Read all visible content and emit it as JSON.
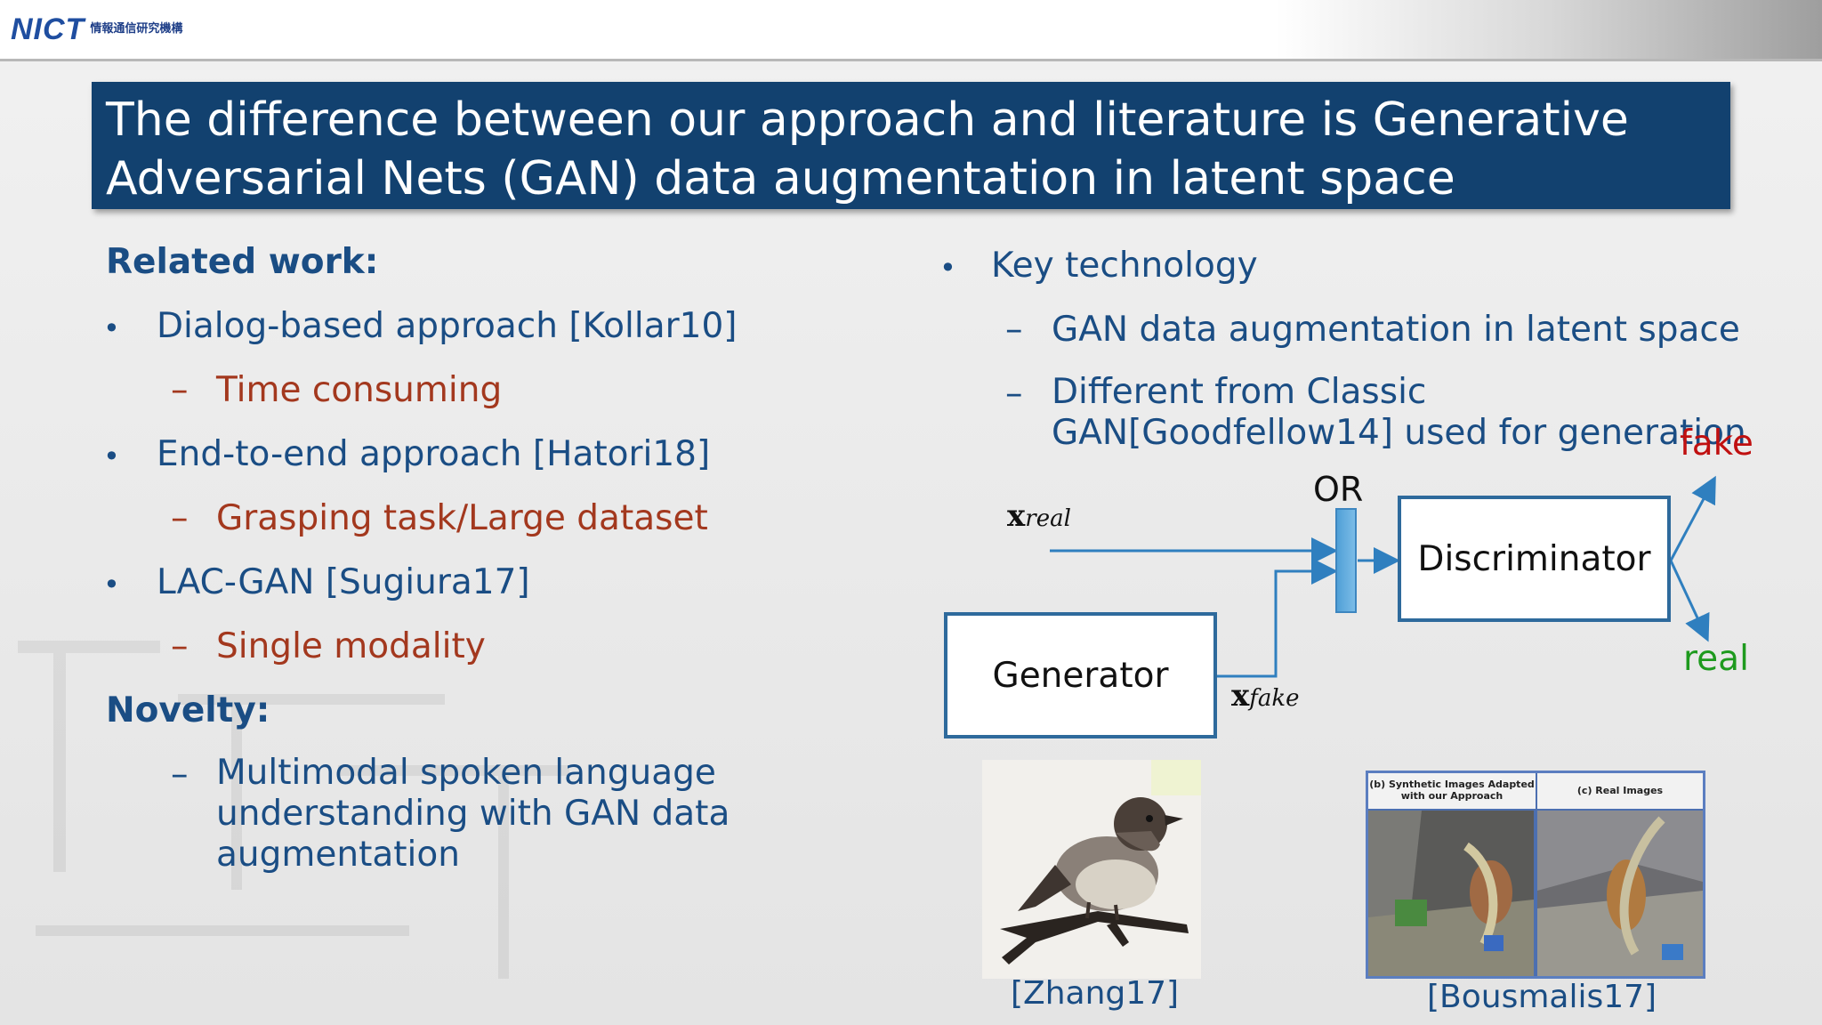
{
  "header": {
    "logo_text": "NICT",
    "logo_subtext": "情報通信研究機構"
  },
  "title": "The difference between our approach and literature is Generative Adversarial Nets (GAN) data augmentation in latent space",
  "left": {
    "related_heading": "Related work:",
    "items": [
      {
        "bullet": "•",
        "text": "Dialog-based approach [Kollar10]",
        "sub": "Time consuming"
      },
      {
        "bullet": "•",
        "text": "End-to-end approach [Hatori18]",
        "sub": "Grasping task/Large dataset"
      },
      {
        "bullet": "•",
        "text": "LAC-GAN [Sugiura17]",
        "sub": "Single modality"
      }
    ],
    "novelty_heading": "Novelty:",
    "novelty_item": "Multimodal spoken language understanding with GAN data augmentation",
    "dash": "–"
  },
  "right": {
    "bullet": "•",
    "key_heading": "Key technology",
    "sub1": "GAN data augmentation in latent space",
    "sub2": "Different from Classic GAN[Goodfellow14] used for generation",
    "diagram": {
      "x_symbol": "x",
      "real_sub": "real",
      "fake_sub": "fake",
      "or_label": "OR",
      "discriminator": "Discriminator",
      "generator": "Generator",
      "out_fake": "fake",
      "out_real": "real"
    },
    "images": [
      {
        "icon": "bird-photo",
        "caption": "[Zhang17]"
      },
      {
        "icon": "robot-grasp-photo",
        "caption": "[Bousmalis17]",
        "panel_b": "(b) Synthetic Images Adapted with our Approach",
        "panel_c": "(c) Real Images"
      }
    ]
  },
  "colors": {
    "title_bg": "#12416f",
    "text_blue": "#1a4d84",
    "text_red": "#a3381e",
    "fake": "#c01010",
    "real": "#1e9a1e",
    "arrow": "#2f7fbf"
  }
}
